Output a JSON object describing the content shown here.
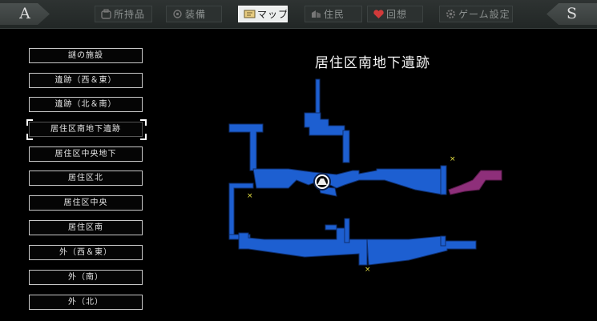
{
  "nav": {
    "prev_key": "A",
    "next_key": "S",
    "tabs": [
      {
        "label": "所持品",
        "icon": "bag-icon"
      },
      {
        "label": "装備",
        "icon": "equipment-icon"
      },
      {
        "label": "マップ",
        "icon": "map-icon",
        "active": true
      },
      {
        "label": "住民",
        "icon": "residents-icon"
      },
      {
        "label": "回想",
        "icon": "heart-icon"
      },
      {
        "label": "ゲーム設定",
        "icon": "gear-icon"
      }
    ]
  },
  "areas": [
    "謎の施設",
    "遺跡（西＆東）",
    "遺跡（北＆南）",
    "居住区南地下遺跡",
    "居住区中央地下",
    "居住区北",
    "居住区中央",
    "居住区南",
    "外（西＆東）",
    "外（南）",
    "外（北）"
  ],
  "selected_area_index": 3,
  "map": {
    "title": "居住区南地下遺跡",
    "explored_color": "#1d5fd1",
    "outline_color": "#0f2f6e",
    "unexplored_color": "#8e2f7a",
    "marker_color": "#e6e040",
    "player_icon": "player-marker-icon",
    "exit_markers": 3
  }
}
